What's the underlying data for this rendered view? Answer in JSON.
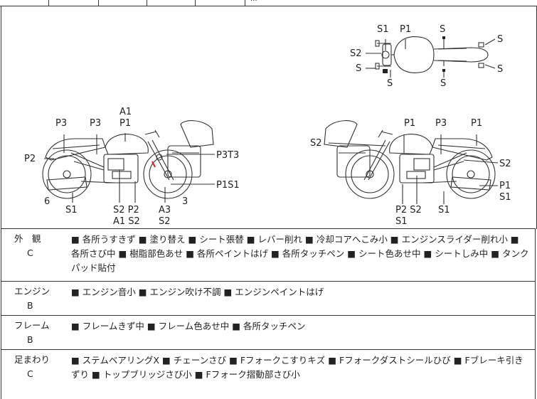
{
  "top_row_fragment": "...",
  "diagram": {
    "top_view": {
      "s1": "S1",
      "p1": "P1",
      "s_a": "S",
      "s_b": "S",
      "s2": "S2",
      "s_c": "S",
      "s_d": "S",
      "s_e": "S",
      "s_f": "S"
    },
    "left_view": {
      "a1": "A1",
      "p1": "P1",
      "p3a": "P3",
      "p3b": "P3",
      "p2": "P2",
      "p3t3": "P3T3",
      "p1s1": "P1S1",
      "six": "6",
      "s1": "S1",
      "s2p2": "S2 P2",
      "a1s2": "A1 S2",
      "a3": "A3",
      "s2": "S2",
      "three": "3"
    },
    "right_view": {
      "p1a": "P1",
      "p3": "P3",
      "p1b": "P1",
      "s2a": "S2",
      "s2b": "S2",
      "p1c": "P1",
      "s1a": "S1",
      "p2s2": "P2 S2",
      "s1b": "S1",
      "s1c": "S1"
    }
  },
  "sections": [
    {
      "name": "外　観",
      "grade": "C",
      "text": "■ 各所うすきず ■ 塗り替え ■ シート張替 ■ レバー削れ ■ 冷却コアへこみ小 ■ エンジンスライダー削れ小 ■ 各所さび中 ■ 樹脂部色あせ ■ 各所ペイントはげ ■ 各所タッチペン ■ シート色あせ中 ■ シートしみ中 ■ タンクパッド貼付"
    },
    {
      "name": "エンジン",
      "grade": "B",
      "text": "■ エンジン音小 ■ エンジン吹け不調 ■ エンジンペイントはげ"
    },
    {
      "name": "フレーム",
      "grade": "B",
      "text": "■ フレームきず中 ■ フレーム色あせ中 ■ 各所タッチペン"
    },
    {
      "name": "足まわり",
      "grade": "C",
      "text": "■ ステムベアリングX ■ チェーンさび ■ Fフォークこすりキズ ■ Fフォークダストシールひび ■ Fブレーキ引きずり ■ トップブリッジさび小 ■ Fフォーク摺動部さび小"
    }
  ]
}
